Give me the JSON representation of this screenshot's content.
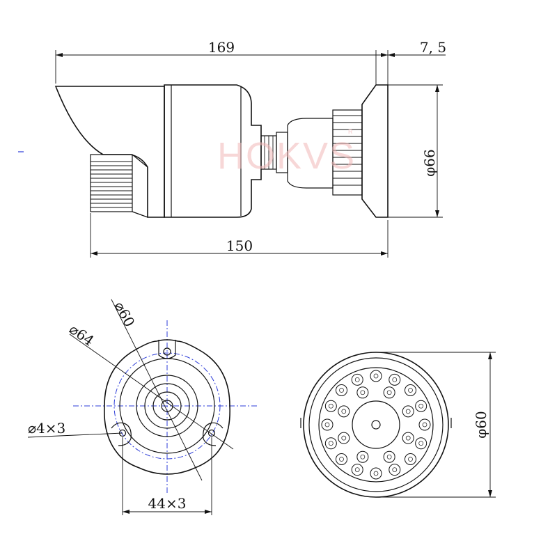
{
  "watermark": {
    "brand": "HOKVS",
    "reg": "R"
  },
  "side_view": {
    "overall_length": "169",
    "bracket_thickness": "7, 5",
    "body_length": "150",
    "base_diameter": "φ66"
  },
  "front_view": {
    "inner_diameter": "⌀60",
    "outer_diameter": "⌀64",
    "screw_holes": "⌀4×3",
    "hole_spacing": "44×3"
  },
  "led_view": {
    "diameter": "φ60",
    "led_count": 24
  },
  "colors": {
    "line": "#111111",
    "centerline": "#2b3bd8",
    "watermark": "#f2b7b7"
  }
}
